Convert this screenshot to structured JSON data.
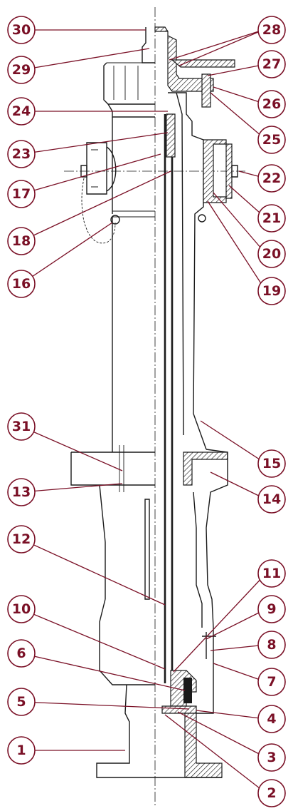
{
  "colors": {
    "callout": "#7a1026",
    "drawing": "#1a1a1a",
    "background": "#ffffff"
  },
  "callouts": [
    {
      "id": "c30",
      "label": "30"
    },
    {
      "id": "c28",
      "label": "28"
    },
    {
      "id": "c29",
      "label": "29"
    },
    {
      "id": "c27",
      "label": "27"
    },
    {
      "id": "c24",
      "label": "24"
    },
    {
      "id": "c26",
      "label": "26"
    },
    {
      "id": "c23",
      "label": "23"
    },
    {
      "id": "c25",
      "label": "25"
    },
    {
      "id": "c17",
      "label": "17"
    },
    {
      "id": "c22",
      "label": "22"
    },
    {
      "id": "c21",
      "label": "21"
    },
    {
      "id": "c18",
      "label": "18"
    },
    {
      "id": "c20",
      "label": "20"
    },
    {
      "id": "c16",
      "label": "16"
    },
    {
      "id": "c19",
      "label": "19"
    },
    {
      "id": "c31",
      "label": "31"
    },
    {
      "id": "c15",
      "label": "15"
    },
    {
      "id": "c14",
      "label": "14"
    },
    {
      "id": "c13",
      "label": "13"
    },
    {
      "id": "c12",
      "label": "12"
    },
    {
      "id": "c11",
      "label": "11"
    },
    {
      "id": "c10",
      "label": "10"
    },
    {
      "id": "c9",
      "label": "9"
    },
    {
      "id": "c8",
      "label": "8"
    },
    {
      "id": "c6",
      "label": "6"
    },
    {
      "id": "c7",
      "label": "7"
    },
    {
      "id": "c5",
      "label": "5"
    },
    {
      "id": "c4",
      "label": "4"
    },
    {
      "id": "c3",
      "label": "3"
    },
    {
      "id": "c1",
      "label": "1"
    },
    {
      "id": "c2",
      "label": "2"
    }
  ]
}
